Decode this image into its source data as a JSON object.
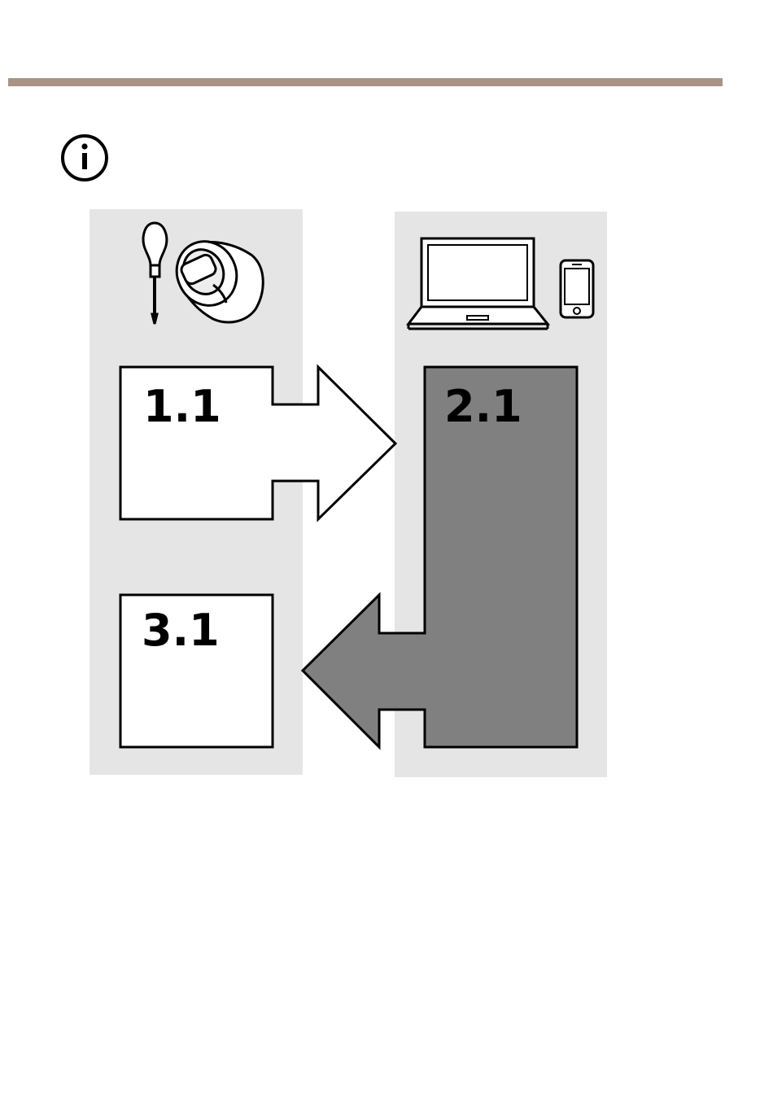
{
  "colors": {
    "header_rule": "#a89386",
    "panel_bg": "#e5e5e5",
    "box_light": "#ffffff",
    "box_dark": "#808080",
    "stroke": "#000000"
  },
  "icons": {
    "info": "info-icon",
    "screwdriver": "screwdriver-icon",
    "camera": "dome-camera-icon",
    "laptop": "laptop-icon",
    "phone": "smartphone-icon"
  },
  "steps": {
    "step1": "1.1",
    "step2": "2.1",
    "step3": "3.1"
  }
}
